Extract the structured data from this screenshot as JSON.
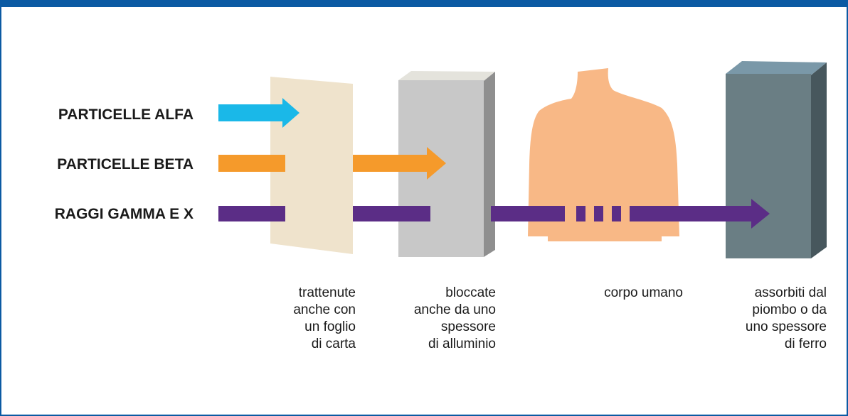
{
  "rows": {
    "alfa": "PARTICELLE ALFA",
    "beta": "PARTICELLE BETA",
    "gamma": "RAGGI GAMMA E X"
  },
  "captions": {
    "paper": "trattenute\nanche con\nun foglio\ndi carta",
    "aluminium": "bloccate\nanche da uno\nspessore\ndi alluminio",
    "body": "corpo umano",
    "lead": "assorbiti dal\npiombo o da\nuno spessore\ndi ferro"
  },
  "colors": {
    "frame": "#0b5aa3",
    "alfa": "#1ab8e8",
    "beta": "#f59a2b",
    "gamma": "#5b2d86",
    "paper": "#efe3cc",
    "aluminium": "#c8c8c8",
    "body": "#f8b886",
    "lead": "#6a7e84"
  }
}
